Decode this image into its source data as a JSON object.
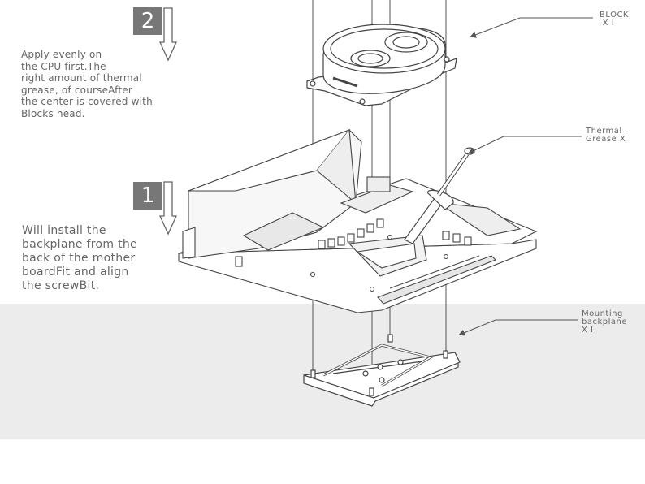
{
  "steps": [
    {
      "number": "2",
      "lines": [
        "Apply evenly on",
        "the CPU first.The",
        "right amount of thermal",
        "grease, of courseAfter",
        "the center is covered with",
        "Blocks  head."
      ]
    },
    {
      "number": "1",
      "lines": [
        "Will install the",
        "backplane from the",
        "back of the mother",
        "boardFit and align",
        "the screwBit."
      ]
    }
  ],
  "callouts": {
    "block": [
      "BLOCK",
      " X I"
    ],
    "grease": [
      "Thermal",
      "Grease X I"
    ],
    "backplane": [
      "Mounting",
      "backplane",
      "X I"
    ]
  },
  "colors": {
    "badge": "#777777",
    "band": "#ececec",
    "line": "#555555",
    "text": "#666666"
  }
}
